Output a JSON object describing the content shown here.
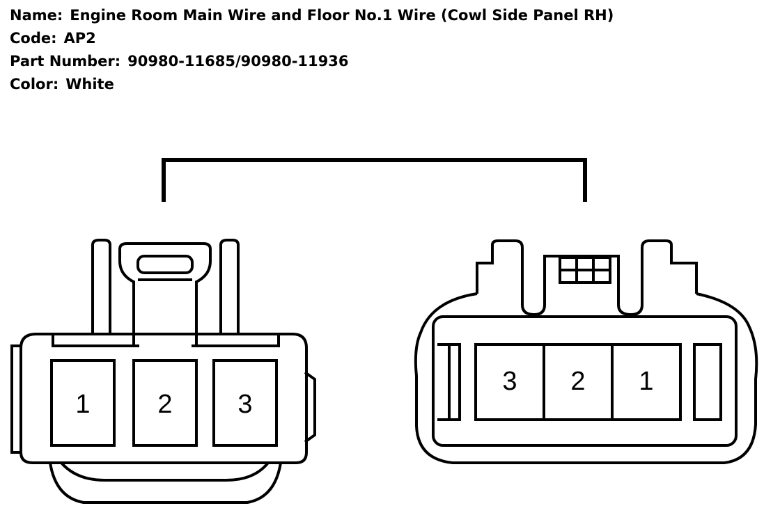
{
  "header": {
    "name_label": "Name:",
    "name_value": "Engine Room Main Wire and Floor No.1 Wire (Cowl Side Panel RH)",
    "code_label": "Code:",
    "code_value": "AP2",
    "part_label": "Part Number:",
    "part_value": "90980-11685/90980-11936",
    "color_label": "Color:",
    "color_value": "White"
  },
  "left_connector": {
    "pins": [
      "1",
      "2",
      "3"
    ]
  },
  "right_connector": {
    "pins": [
      "3",
      "2",
      "1"
    ]
  },
  "colors": {
    "line": "#000000",
    "background": "#ffffff"
  }
}
